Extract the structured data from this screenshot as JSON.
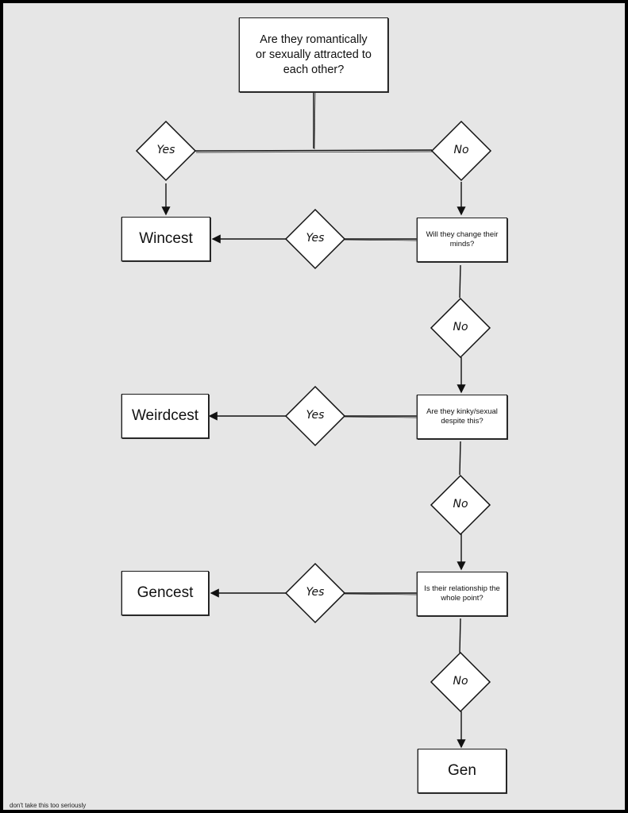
{
  "questions": {
    "q1": "Are they romantically or sexually attracted to each other?",
    "q2": "Will they change their minds?",
    "q3": "Are they kinky/sexual despite this?",
    "q4": "Is their relationship the whole point?"
  },
  "answers": {
    "q1_yes": "Yes",
    "q1_no": "No",
    "q2_yes": "Yes",
    "q2_no": "No",
    "q3_yes": "Yes",
    "q3_no": "No",
    "q4_yes": "Yes",
    "q4_no": "No"
  },
  "results": {
    "wincest": "Wincest",
    "weirdcest": "Weirdcest",
    "gencest": "Gencest",
    "gen": "Gen"
  },
  "footer": "don't take this too seriously"
}
